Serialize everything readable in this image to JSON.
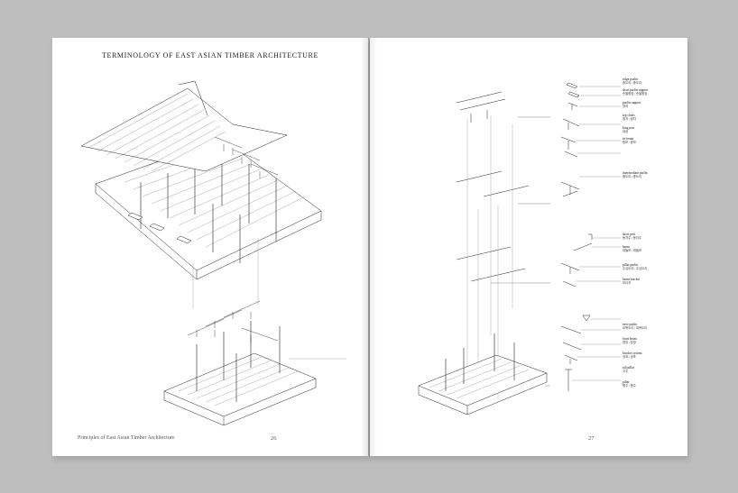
{
  "book": {
    "title": "TERMINOLOGY OF EAST ASIAN TIMBER ARCHITECTURE",
    "footer": "Principles of East Asian Timber Architecture",
    "page_left": "26",
    "page_right": "27"
  },
  "labels": [
    {
      "en": "ridge purlin",
      "ko": "종도리 | 종도리"
    },
    {
      "en": "short purlin support",
      "ko": "솟을합장 | 솟을합장"
    },
    {
      "en": "purlin support",
      "ko": "장여"
    },
    {
      "en": "top cleats",
      "ko": "첨차 | 첨차"
    },
    {
      "en": "king post",
      "ko": "대공"
    },
    {
      "en": "tie beam",
      "ko": "종보 | 종보"
    },
    {
      "en": "intermediate purlin",
      "ko": "중도리 | 중도리"
    },
    {
      "en": "short post",
      "ko": "동자주 | 동자주"
    },
    {
      "en": "beam",
      "ko": "대들보 | 대들보"
    },
    {
      "en": "pillar purlin",
      "ko": "주심도리 | 주심도리"
    },
    {
      "en": "beam bracket",
      "ko": "보아지"
    },
    {
      "en": "eave purlin",
      "ko": "외목도리 | 외목도리"
    },
    {
      "en": "front beam",
      "ko": "창방 | 창방"
    },
    {
      "en": "bracket system",
      "ko": "공포 | 공포"
    },
    {
      "en": "tall pillar",
      "ko": "고주"
    },
    {
      "en": "pillar",
      "ko": "평주 | 평주"
    }
  ],
  "colors": {
    "background": "#bdbdbd",
    "paper": "#ffffff",
    "ink": "#222222"
  }
}
